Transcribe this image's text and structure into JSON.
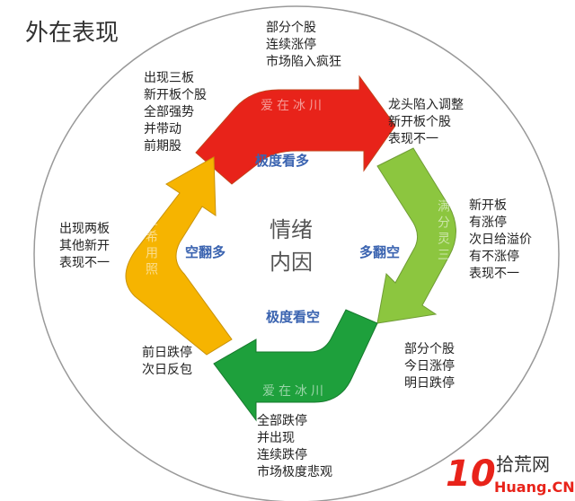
{
  "title": "外在表现",
  "center": [
    "情绪",
    "内因"
  ],
  "inner_labels": {
    "top": "极度看多",
    "right": "多翻空",
    "bottom": "极度看空",
    "left": "空翻多"
  },
  "arrow_labels": {
    "top": "爱在冰川",
    "right": "满分灵三",
    "bottom": "爱在冰川",
    "left": "三希用照"
  },
  "notes": {
    "top": "部分个股\n连续涨停\n市场陷入疯狂",
    "top_left": "出现三板\n新开板个股\n全部强势\n并带动\n前期股",
    "top_right": "龙头陷入调整\n新开板个股\n表现不一",
    "right": "新开板\n有涨停\n次日给溢价\n有不涨停\n表现不一",
    "bottom_right": "部分个股\n今日涨停\n明日跌停",
    "bottom": "全部跌停\n并出现\n连续跌停\n市场极度悲观",
    "bottom_left": "前日跌停\n次日反包",
    "left": "出现两板\n其他新开\n表现不一"
  },
  "watermark": {
    "number": "10",
    "name": "拾荒网",
    "url": "Huang.CN"
  },
  "colors": {
    "red": "#e8231a",
    "light_green": "#8cc63f",
    "green": "#1ea03c",
    "yellow": "#f6b400",
    "blue_text": "#3a63b0"
  }
}
